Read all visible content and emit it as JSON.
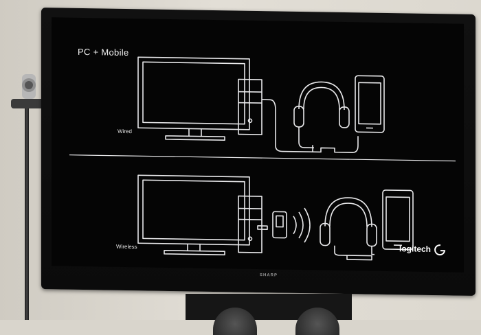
{
  "slide": {
    "title": "PC + Mobile",
    "wired_label": "Wired",
    "wireless_label": "Wireless",
    "logo_text": "logitech"
  },
  "tv": {
    "brand": "SHARP"
  },
  "colors": {
    "line": "#e8e8ea",
    "screen": "#050505",
    "bezel": "#0d0d0d"
  }
}
